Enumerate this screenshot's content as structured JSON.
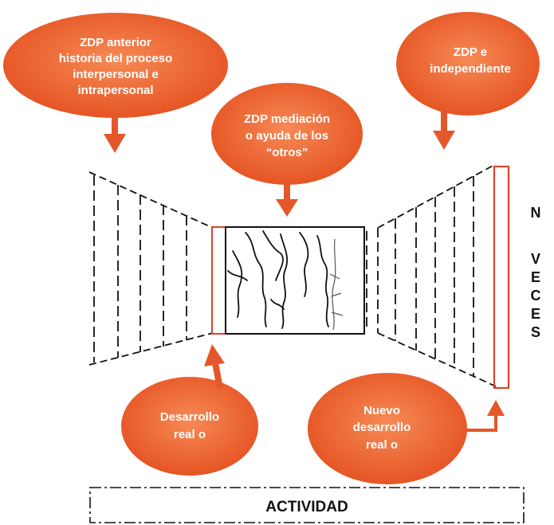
{
  "colors": {
    "bubble_fill": "#e8501d",
    "bubble_center": "#f47a44",
    "arrow": "#e4572a",
    "red_frame": "#d9442a",
    "lines": "#111111"
  },
  "bubbles": {
    "anterior": [
      "ZDP  anterior",
      "historia  del proceso",
      "interpersonal e",
      "intrapersonal"
    ],
    "independiente": [
      "ZDP e",
      "independiente"
    ],
    "mediacion": [
      "ZDP mediación",
      "o ayuda de los",
      "“otros”"
    ],
    "desarrollo_real": [
      "Desarrollo",
      "real    o"
    ],
    "nuevo_desarrollo": [
      "Nuevo",
      "desarrollo",
      "real    o"
    ]
  },
  "side_letters": [
    "N",
    "V",
    "E",
    "C",
    "E",
    "S"
  ],
  "activity": {
    "label": "ACTIVIDAD"
  }
}
